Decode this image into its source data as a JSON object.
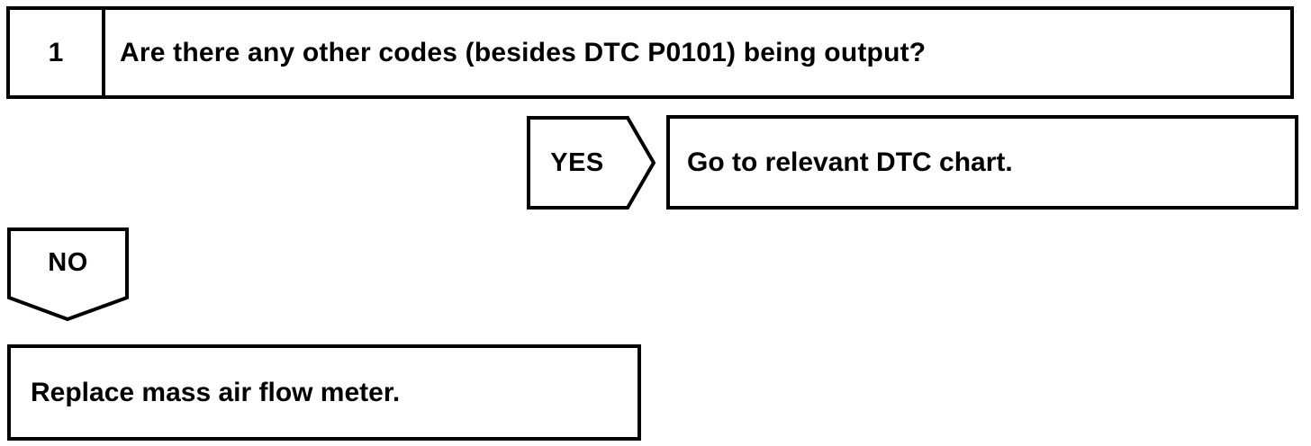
{
  "flowchart": {
    "step": {
      "number": "1",
      "question": "Are there any other codes (besides DTC P0101) being output?"
    },
    "yes_branch": {
      "label": "YES",
      "action": "Go to relevant DTC chart."
    },
    "no_branch": {
      "label": "NO",
      "action": "Replace mass air flow meter."
    },
    "colors": {
      "line": "#000000",
      "background": "#ffffff"
    }
  }
}
